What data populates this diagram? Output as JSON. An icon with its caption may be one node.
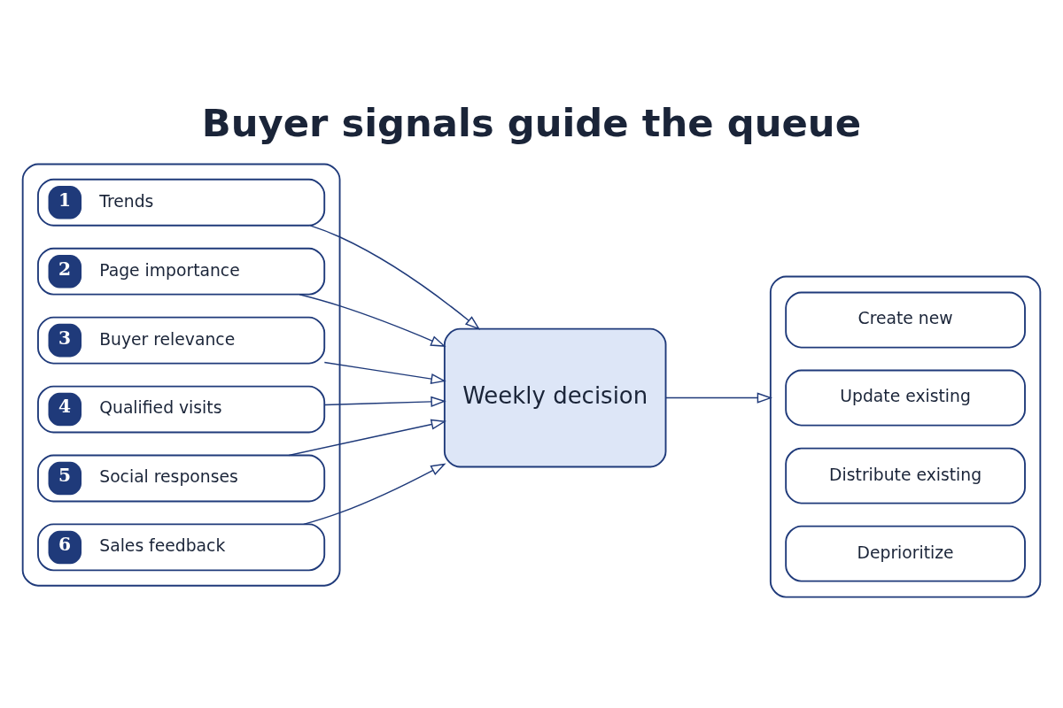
{
  "diagram": {
    "title": "Buyer signals guide the queue",
    "nodes": [
      {
        "text": [],
        "shape": "box"
      },
      {
        "text": [
          "1",
          "Trends"
        ],
        "in": 0
      },
      {
        "text": [
          "2",
          "Page importance"
        ],
        "in": 0
      },
      {
        "text": [
          "3",
          "Buyer relevance"
        ],
        "in": 0
      },
      {
        "text": [
          "4",
          "Qualified visits"
        ],
        "in": 0
      },
      {
        "text": [
          "5",
          "Social responses"
        ],
        "in": 0
      },
      {
        "text": [
          "6",
          "Sales feedback"
        ],
        "in": 0
      },
      {
        "text": [
          "Weekly decision"
        ]
      },
      {
        "text": [],
        "shape": "box"
      },
      {
        "text": [
          "Create new"
        ],
        "in": 8
      },
      {
        "text": [
          "Update existing"
        ],
        "in": 8
      },
      {
        "text": [
          "Distribute existing"
        ],
        "in": 8
      },
      {
        "text": [
          "Deprioritize"
        ],
        "in": 8
      }
    ],
    "edges": [
      {
        "from": 1,
        "to": 7,
        "arrow": "to"
      },
      {
        "from": 2,
        "to": 7,
        "arrow": "to"
      },
      {
        "from": 3,
        "to": 7,
        "arrow": "to"
      },
      {
        "from": 4,
        "to": 7,
        "arrow": "to"
      },
      {
        "from": 5,
        "to": 7,
        "arrow": "to"
      },
      {
        "from": 6,
        "to": 7,
        "arrow": "to"
      },
      {
        "from": 7,
        "to": 8,
        "arrow": "to"
      }
    ]
  }
}
